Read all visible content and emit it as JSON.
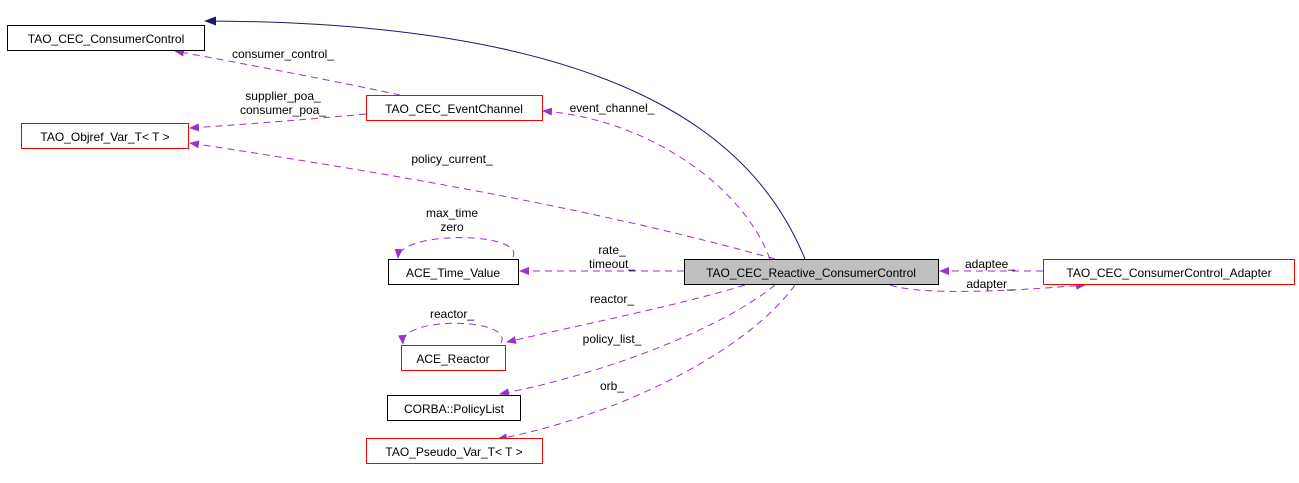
{
  "nodes": {
    "consumer_control": "TAO_CEC_ConsumerControl",
    "event_channel": "TAO_CEC_EventChannel",
    "objref_var": "TAO_Objref_Var_T< T >",
    "time_value": "ACE_Time_Value",
    "reactive": "TAO_CEC_Reactive_ConsumerControl",
    "adapter": "TAO_CEC_ConsumerControl_Adapter",
    "reactor": "ACE_Reactor",
    "policy_list": "CORBA::PolicyList",
    "pseudo_var": "TAO_Pseudo_Var_T< T >"
  },
  "edges": {
    "consumer_control": "consumer_control_",
    "supplier_poa": "supplier_poa_",
    "consumer_poa": "consumer_poa_",
    "event_channel": "event_channel_",
    "policy_current": "policy_current_",
    "max_time": "max_time",
    "zero": "zero",
    "rate": "rate_",
    "timeout": "timeout_",
    "reactor": "reactor_",
    "reactor_self": "reactor_",
    "policy_list": "policy_list_",
    "orb": "orb_",
    "adaptee": "adaptee_",
    "adapter": "adapter_"
  },
  "colors": {
    "inheritance": "#191970",
    "usage": "#9a32cd",
    "documented": "#ff0000"
  }
}
